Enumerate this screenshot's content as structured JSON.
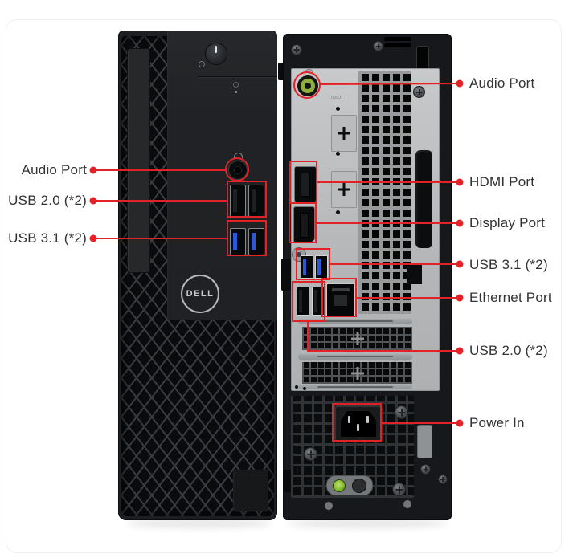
{
  "figure_title": "Dell desktop front and rear port callout diagram",
  "front_tower": {
    "logo_text": "DELL"
  },
  "rear_tower": {
    "serial_port_label": "IOIOI"
  },
  "annotations": {
    "left": [
      {
        "label": "Audio Port"
      },
      {
        "label": "USB 2.0 (*2)"
      },
      {
        "label": "USB 3.1 (*2)"
      }
    ],
    "right": [
      {
        "label": "Audio Port"
      },
      {
        "label": "HDMI Port"
      },
      {
        "label": "Display Port"
      },
      {
        "label": "USB 3.1 (*2)"
      },
      {
        "label": "Ethernet Port"
      },
      {
        "label": "USB 2.0 (*2)"
      },
      {
        "label": "Power In"
      }
    ]
  },
  "colors": {
    "background": "#ffffff",
    "annotation_red": "#e32227",
    "label_text": "#313234",
    "usb3_blue": "#2b59d8",
    "audio_jack_green": "#8fae3c",
    "power_led_green": "#79b82a",
    "chassis_black": "#1b1d20",
    "io_plate_gray": "#bcbec0"
  }
}
